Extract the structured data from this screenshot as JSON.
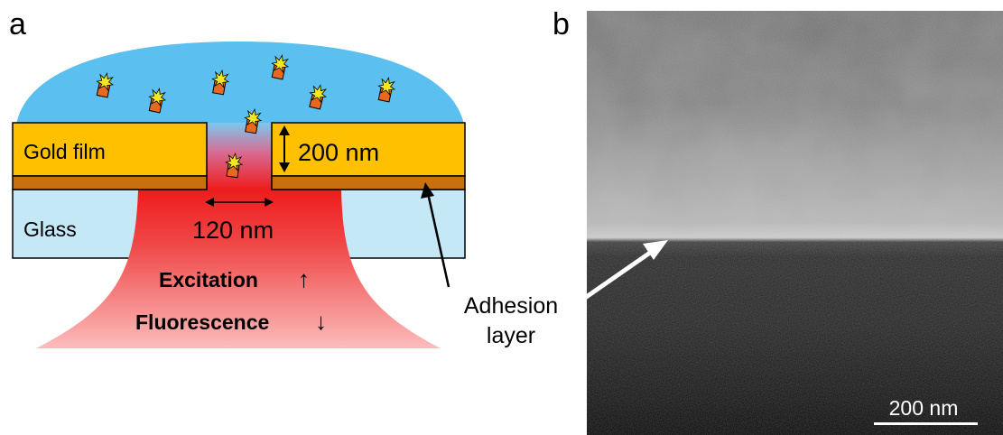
{
  "panel_a": {
    "letter": "a",
    "labels": {
      "gold_film": "Gold film",
      "thickness": "200 nm",
      "glass": "Glass",
      "aperture": "120 nm",
      "excitation": "Excitation",
      "excitation_arrow": "↑",
      "fluorescence": "Fluorescence",
      "fluorescence_arrow": "↓"
    },
    "colors": {
      "solution": "#5bc0f0",
      "gold": "#ffc000",
      "adhesion": "#c87010",
      "glass": "#c5e8f7",
      "beam": "#ee2222",
      "fluorophore_body": "#e86820",
      "fluorophore_star": "#f2e820"
    }
  },
  "panel_b": {
    "letter": "b",
    "scale_bar": "200 nm",
    "annotation": [
      "Adhesion",
      "layer"
    ]
  }
}
